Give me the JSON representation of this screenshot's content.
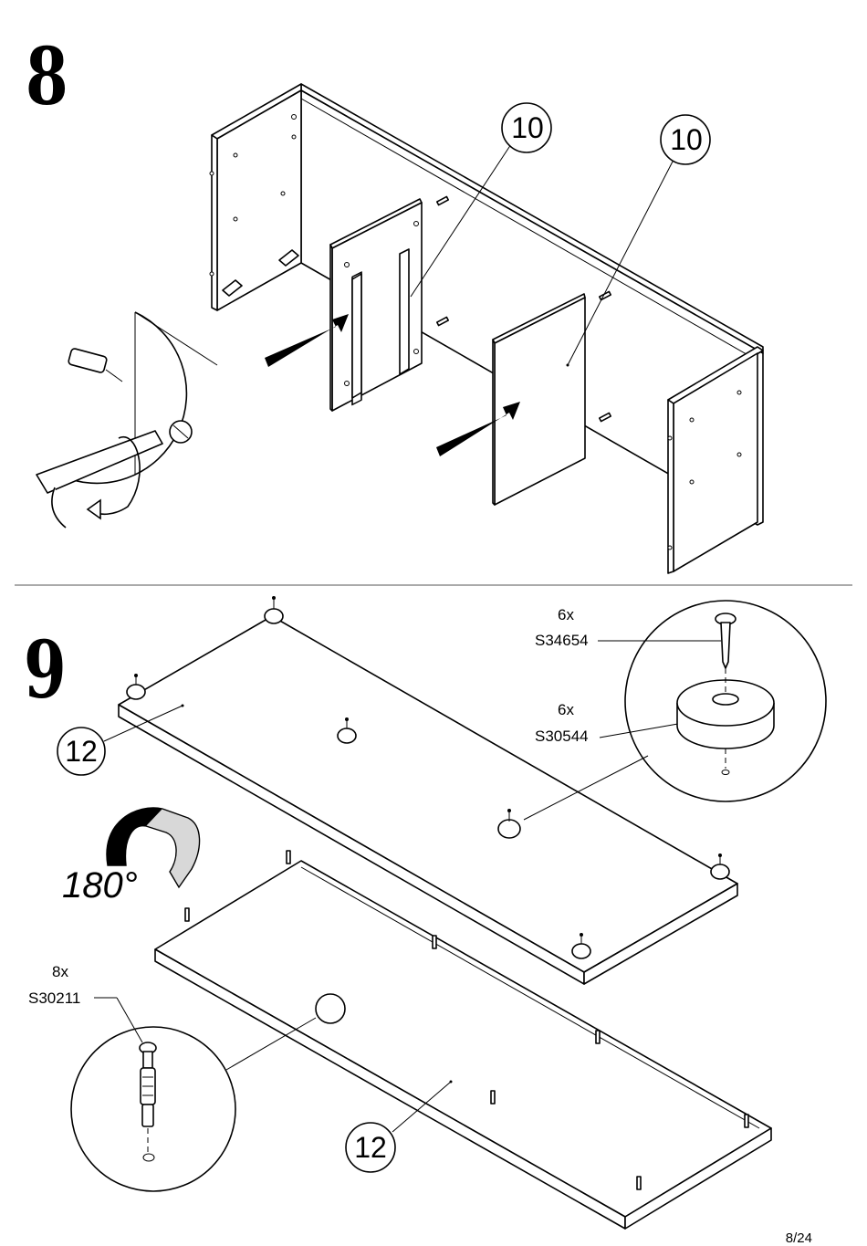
{
  "page": {
    "number": "8/24"
  },
  "step8": {
    "number": "8",
    "callouts": [
      {
        "part": "10"
      },
      {
        "part": "10"
      }
    ]
  },
  "step9": {
    "number": "9",
    "rotation": "180°",
    "callouts": [
      {
        "part": "12"
      },
      {
        "part": "12"
      }
    ],
    "hardware": [
      {
        "qty": "6x",
        "code": "S34654"
      },
      {
        "qty": "6x",
        "code": "S30544"
      },
      {
        "qty": "8x",
        "code": "S30211"
      }
    ]
  }
}
